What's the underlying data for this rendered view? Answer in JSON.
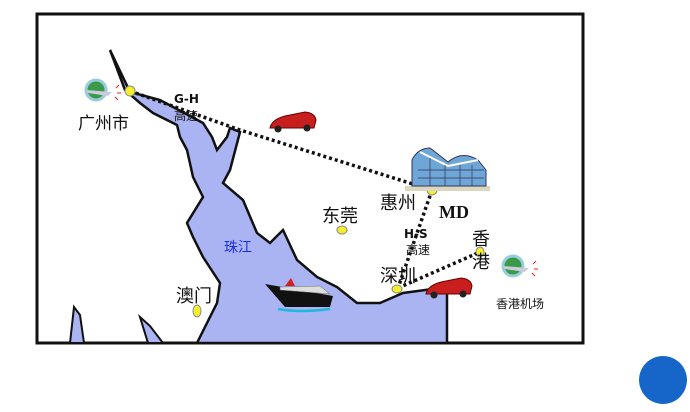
{
  "map": {
    "cities": {
      "guangzhou": "广州市",
      "huizhou": "惠州",
      "dongguan": "东莞",
      "shenzhen": "深圳",
      "hongkong_1": "香",
      "hongkong_2": "港",
      "macau": "澳门",
      "hk_airport": "香港机场"
    },
    "site": "MD",
    "river": "珠江",
    "routes": {
      "gh_code": "G-H",
      "gh_type": "高速",
      "hs_code": "H-S",
      "hs_type": "高速"
    },
    "icons": [
      "airport-globe-icon",
      "car-icon",
      "building-icon",
      "ship-icon"
    ],
    "colors": {
      "water": "#aab4f2",
      "city_dot": "#f5ef2a",
      "river_label": "#1c2fd6",
      "circle": "#1566c8"
    }
  }
}
